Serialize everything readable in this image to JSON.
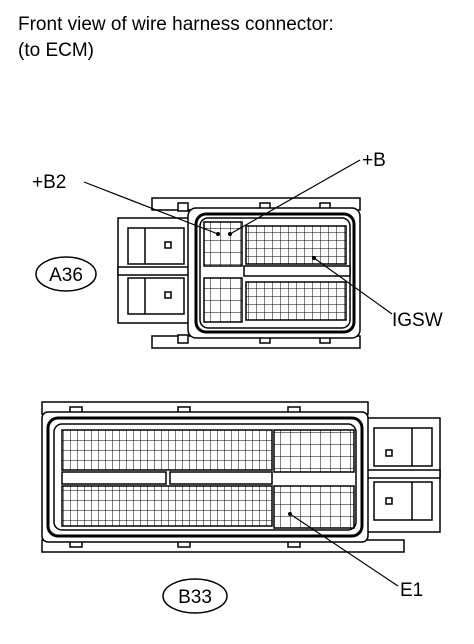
{
  "title": {
    "line1": "Front view of wire harness connector:",
    "line2": "(to ECM)"
  },
  "connectors": {
    "a36": {
      "id": "A36"
    },
    "b33": {
      "id": "B33"
    }
  },
  "terminals": {
    "b2": "+B2",
    "b": "+B",
    "igsw": "IGSW",
    "e1": "E1"
  }
}
